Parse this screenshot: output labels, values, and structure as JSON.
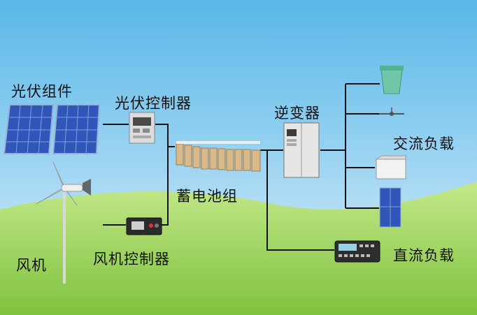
{
  "labels": {
    "pv_modules": "光伏组件",
    "pv_controller": "光伏控制器",
    "inverter": "逆变器",
    "ac_load": "交流负载",
    "battery_bank": "蓄电池组",
    "wind_turbine": "风机",
    "wind_controller": "风机控制器",
    "dc_load": "直流负载"
  },
  "colors": {
    "line": "#111111",
    "grass": "#8fcf4c",
    "grass_light": "#c4e88a",
    "panel": "#2f56b8",
    "battery": "#d9b98a"
  },
  "icons": [
    "solar-panel-icon",
    "wind-turbine-icon",
    "pv-controller-icon",
    "wind-controller-icon",
    "battery-icon",
    "inverter-icon",
    "trash-bin-icon",
    "ceiling-fan-icon",
    "freezer-icon",
    "small-solar-panel-icon",
    "dc-device-icon"
  ]
}
